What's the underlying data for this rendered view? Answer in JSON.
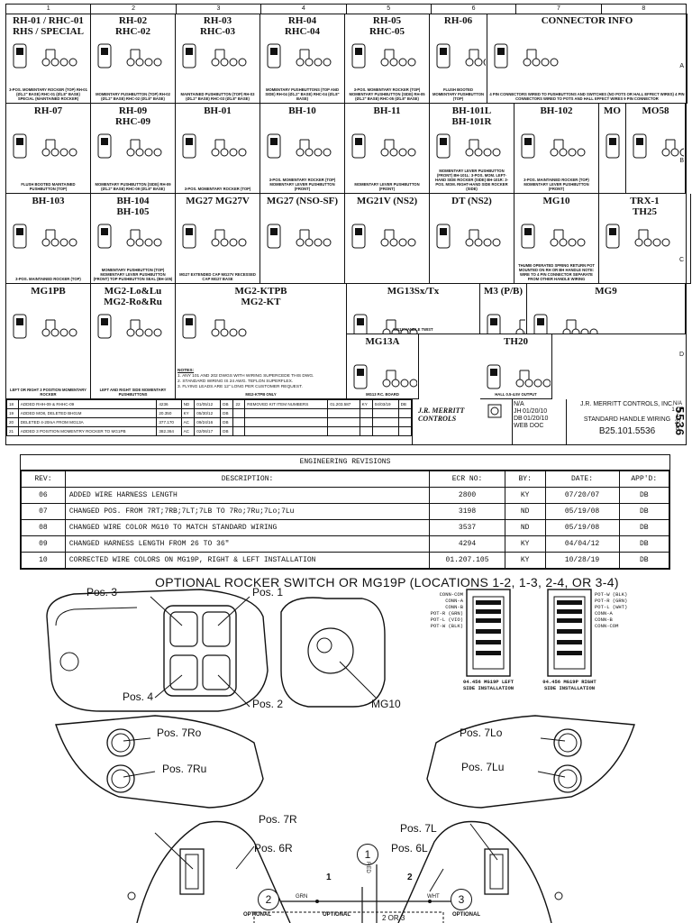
{
  "sheet": {
    "columns": [
      "1",
      "2",
      "3",
      "4",
      "5",
      "6",
      "7",
      "8"
    ],
    "rows": [
      "A",
      "B",
      "C",
      "D"
    ],
    "row1": [
      {
        "title": "RH-01 / RHC-01\nRHS / SPECIAL",
        "desc": "3-POS. MOMENTARY ROCKER (TOP) RH-01 (Ø1.2\" BASE) RHC-01 (Ø1.8\" BASE) SPECIAL (MAINTAINED ROCKER)"
      },
      {
        "title": "RH-02\nRHC-02",
        "desc": "MOMENTARY PUSHBUTTON (TOP) RH-02 (Ø1.2\" BASE) RHC-02 (Ø1.8\" BASE)"
      },
      {
        "title": "RH-03\nRHC-03",
        "desc": "MAINTAINED PUSHBUTTON (TOP) RH-03 (Ø1.2\" BASE) RHC-03 (Ø1.8\" BASE)"
      },
      {
        "title": "RH-04\nRHC-04",
        "desc": "MOMENTARY PUSHBUTTONS (TOP AND SIDE) RH-04 (Ø1.2\" BASE) RHC-04 (Ø1.8\" BASE)"
      },
      {
        "title": "RH-05\nRHC-05",
        "desc": "3-POS. MOMENTARY ROCKER (TOP) MOMENTARY PUSHBUTTON (SIDE) RH-05 (Ø1.2\" BASE) RHC-05 (Ø1.8\" BASE)"
      },
      {
        "title": "RH-06",
        "desc": "FLUSH BOOTED MOMENTARY PUSHBUTTON (TOP)"
      },
      {
        "title": "CONNECTOR INFO",
        "desc": "4 PIN CONNECTORS WIRED TO PUSHBUTTONS AND SWITCHES (NO POTS OR HALL EFFECT WIRES)   4 PIN CONNECTORS WIRED TO POTS AND HALL EFFECT WIRES   9 PIN CONNECTOR"
      }
    ],
    "row2": [
      {
        "title": "RH-07",
        "desc": "FLUSH BOOTED MAINTAINED PUSHBUTTON (TOP)"
      },
      {
        "title": "RH-09\nRHC-09",
        "desc": "MOMENTARY PUSHBUTTON (SIDE) RH-09 (Ø1.2\" BASE) RHC-09 (Ø1.8\" BASE)"
      },
      {
        "title": "BH-01",
        "desc": "3-POS. MOMENTARY ROCKER (TOP)"
      },
      {
        "title": "BH-10",
        "desc": "3-POS. MOMENTARY ROCKER (TOP) MOMENTARY LEVER PUSHBUTTON (FRONT)"
      },
      {
        "title": "BH-11",
        "desc": "MOMENTARY LEVER PUSHBUTTON (FRONT)"
      },
      {
        "title": "BH-101L\nBH-101R",
        "desc": "MOMENTARY LEVER PUSHBUTTON (FRONT) BH-101L: 3-POS. MOM. LEFT-HAND SIDE ROCKER (SIDE) BH-101R: 3-POS. MOM. RIGHT-HAND SIDE ROCKER (SIDE)"
      },
      {
        "title": "BH-102",
        "desc": "3-POS. MAINTAINED ROCKER (TOP) MOMENTARY LEVER PUSHBUTTON (FRONT)"
      },
      {
        "title": "MO",
        "desc": ""
      },
      {
        "title": "MO58",
        "desc": ""
      }
    ],
    "row3": [
      {
        "title": "BH-103",
        "desc": "3-POS. MAINTAINED ROCKER (TOP)"
      },
      {
        "title": "BH-104\nBH-105",
        "desc": "MOMENTARY PUSHBUTTON (TOP) MOMENTARY LEVER PUSHBUTTON (FRONT) TOP PUSHBUTTON SEAL (BH-105)"
      },
      {
        "title": "MG27      MG27V",
        "desc": "MG27 EXTENDED CAP MG27V RECESSED CAP MG27 BASE"
      },
      {
        "title": "MG27 (NSO-SF)",
        "desc": ""
      },
      {
        "title": "MG21V (NS2)",
        "desc": ""
      },
      {
        "title": "DT (NS2)",
        "desc": ""
      },
      {
        "title": "MG10",
        "desc": "THUMB OPERATED SPRING RETURN POT MOUNTED ON RH OR BH HANDLE NOTE: WIRE TO 4 PIN CONNECTOR SEPARATE FROM OTHER HANDLE WIRING"
      },
      {
        "title": "TRX-1\nTH25",
        "desc": ""
      }
    ],
    "row4": [
      {
        "title": "MG1PB",
        "desc": "LEFT OR RIGHT 3 POSITION MOMENTARY ROCKER"
      },
      {
        "title": "MG2-Lo&Lu\nMG2-Ro&Ru",
        "desc": "LEFT AND RIGHT SIDE MOMENTARY PUSHBUTTONS"
      },
      {
        "title": "MG2-KTPB\nMG2-KT",
        "desc": "MG2-KTPB ONLY"
      },
      {
        "title": "MG13Sx/Tx",
        "desc": "MG13 HANDLE TWIST"
      },
      {
        "title": "M3 (P/B)",
        "desc": ""
      },
      {
        "title": "MG9",
        "desc": ""
      },
      {
        "title": "MG13A",
        "desc": "MG13 P.C. BOARD"
      },
      {
        "title": "TH20",
        "desc": "HALL 0.5-4.5V OUTPUT"
      }
    ],
    "notes_title": "NOTES:",
    "notes": [
      "1. ANY 101 AND 202 DWGS WITH WIRING SUPERCEDE THIS DWG.",
      "2. STANDARD WIRING IS 24 AWG. TEFLON SUPERFLEX.",
      "3. FLYING LEADS ARE 12\" LONG PER CUSTOMER REQUEST."
    ],
    "revisions": [
      [
        "18",
        "ADDED RHH-09 & RHHC-09",
        "4236",
        "ND",
        "01/05/12",
        "DB",
        "22",
        "REMOVED KIT ITEM NUMBERS",
        "01.203.587",
        "KY",
        "04/03/19",
        "DB"
      ],
      [
        "19",
        "ADDED MO8, DELETED BH01M",
        "20.350",
        "KY",
        "05/30/12",
        "DB",
        "",
        "",
        "",
        "",
        "",
        ""
      ],
      [
        "20",
        "DELETED 4-20mA FROM MG13A",
        "377.170",
        "AC",
        "09/24/16",
        "DB",
        "",
        "",
        "",
        "",
        "",
        ""
      ],
      [
        "21",
        "ADDED 3 POSITION MOMENTRY ROCKER TO MG1PB",
        "382.364",
        "AC",
        "02/06/17",
        "DB",
        "",
        "",
        "",
        "",
        "",
        ""
      ]
    ],
    "company_logo": "J.R. MERRITT CONTROLS",
    "company_name": "J.R. MERRITT CONTROLS, INC.",
    "title_block": {
      "na": "N/A",
      "drawn": "JH",
      "date1": "01/20/10",
      "checked": "DB",
      "date2": "01/20/10",
      "title": "STANDARD HANDLE WIRING",
      "web": "WEB DOC",
      "dwg_no": "B25.101.5536",
      "scale": "N/A",
      "sheet": "1 OF 1",
      "rev": "22",
      "size": "B",
      "vertical_no": "5536"
    }
  },
  "eng": {
    "title": "ENGINEERING REVISIONS",
    "headers": [
      "REV:",
      "DESCRIPTION:",
      "ECR NO:",
      "BY:",
      "DATE:",
      "APP'D:"
    ],
    "rows": [
      [
        "06",
        "ADDED WIRE HARNESS LENGTH",
        "2800",
        "KY",
        "07/20/07",
        "DB"
      ],
      [
        "07",
        "CHANGED POS. FROM 7RT;7RB;7LT;7LB TO 7Ro;7Ru;7Lo;7Lu",
        "3198",
        "ND",
        "05/19/08",
        "DB"
      ],
      [
        "08",
        "CHANGED WIRE COLOR MG10 TO MATCH  STANDARD WIRING",
        "3537",
        "ND",
        "05/19/08",
        "DB"
      ],
      [
        "09",
        "CHANGED HARNESS LENGTH FROM 26 TO 36\"",
        "4294",
        "KY",
        "04/04/12",
        "DB"
      ],
      [
        "10",
        "CORRECTED WIRE COLORS ON MG19P, RIGHT & LEFT INSTALLATION",
        "01.207.105",
        "KY",
        "10/28/19",
        "DB"
      ]
    ]
  },
  "drawing": {
    "optional": "OPTIONAL ROCKER SWITCH OR MG19P (LOCATIONS 1-2, 1-3, 2-4, OR 3-4)",
    "pos3": "Pos. 3",
    "pos1": "Pos. 1",
    "pos4": "Pos. 4",
    "pos2": "Pos. 2",
    "mg10": "MG10",
    "pos7ro": "Pos. 7Ro",
    "pos7ru": "Pos. 7Ru",
    "pos7lo": "Pos. 7Lo",
    "pos7lu": "Pos. 7Lu",
    "pos7r": "Pos. 7R",
    "pos7l": "Pos. 7L",
    "pos6r": "Pos. 6R",
    "pos6l": "Pos. 6L",
    "circle1": "1",
    "circle2": "2",
    "circle3": "3",
    "lbl_1": "1",
    "lbl_2": "2",
    "lbl_red": "RED",
    "lbl_grn": "GRN",
    "lbl_wht": "WHT",
    "lbl_2or3": "2 OR 3",
    "lbl_optional": "OPTIONAL",
    "left_pins": [
      "CONN-COM",
      "CONN-A",
      "CONN-B",
      "POT-R (GRN)",
      "POT-L (VIO)",
      "POT-W (BLK)"
    ],
    "right_pins": [
      "POT-W (BLK)",
      "POT-R (GRN)",
      "POT-L (WHT)",
      "CONN-A",
      "CONN-B",
      "CONN-COM"
    ],
    "left_caption": "04.456 MG19P LEFT SIDE INSTALLATION",
    "right_caption": "04.456 MG19P RIGHT SIDE INSTALLATION"
  }
}
